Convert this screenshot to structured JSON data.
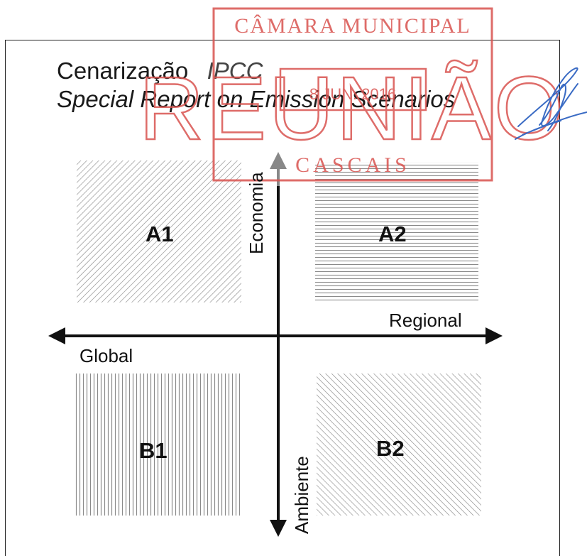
{
  "header": {
    "title_plain": "Cenarização",
    "title_italic": "IPCC",
    "subtitle": "Special Report on Emission Scenarios"
  },
  "axes": {
    "up": "Economia",
    "down": "Ambiente",
    "left": "Global",
    "right": "Regional"
  },
  "quadrants": {
    "top_left": "A1",
    "top_right": "A2",
    "bottom_left": "B1",
    "bottom_right": "B2"
  },
  "stamp": {
    "line1": "CÂMARA MUNICIPAL",
    "line2": "REUNIÃO",
    "date": "8 JUN. 2016",
    "line3": "CASCAIS",
    "color": "#d9534f"
  },
  "colors": {
    "axis": "#111111",
    "hatch": "#8a8a8a",
    "signature": "#3a6bc4"
  }
}
